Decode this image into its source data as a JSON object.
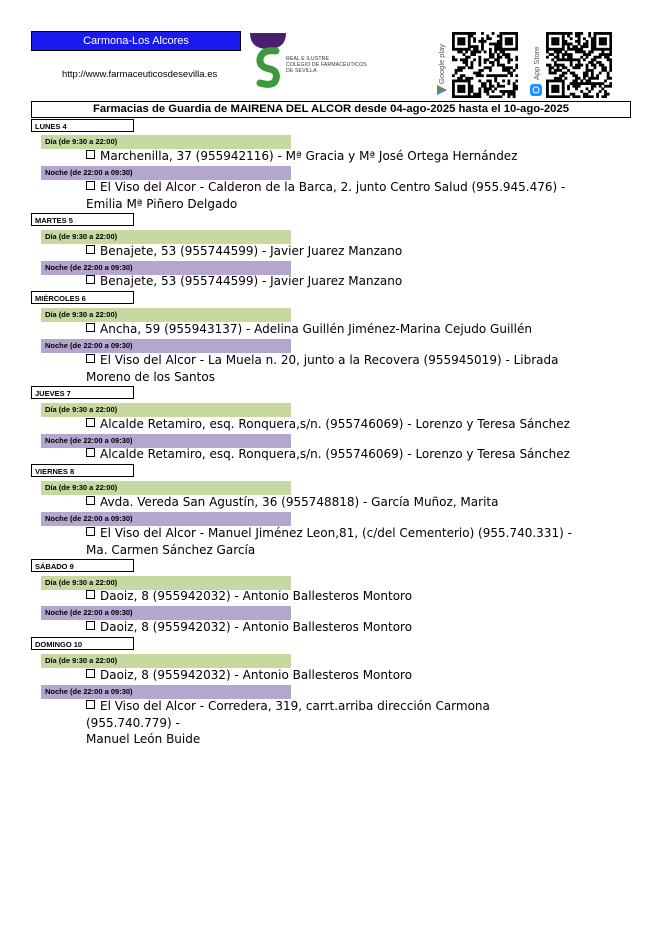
{
  "header": {
    "region": "Carmona-Los Alcores",
    "url": "http://www.farmaceuticosdesevilla.es",
    "logo_lines": [
      "REAL E ILUSTRE",
      "COLEGIO DE FARMACÉUTICOS",
      "DE SEVILLA"
    ],
    "google_play_label": "Google play",
    "app_store_label": "App Store"
  },
  "title": "Farmacias de Guardia de MAIRENA DEL ALCOR desde 04-ago-2025 hasta el 10-ago-2025",
  "day_slot_label": "Día (de 9:30 a 22:00)",
  "night_slot_label": "Noche (de 22:00 a 09:30)",
  "days": [
    {
      "label": "LUNES 4",
      "day": [
        "Marchenilla, 37 (955942116) - Mª Gracia y Mª José Ortega Hernández"
      ],
      "night": [
        "El Viso del Alcor - Calderon de la Barca, 2. junto Centro Salud (955.945.476) -",
        "Emilia Mª Piñero Delgado"
      ]
    },
    {
      "label": "MARTES 5",
      "day": [
        "Benajete, 53 (955744599) - Javier Juarez Manzano"
      ],
      "night": [
        "Benajete, 53 (955744599) - Javier Juarez Manzano"
      ]
    },
    {
      "label": "MIÉRCOLES 6",
      "day": [
        "Ancha, 59 (955943137) - Adelina Guillén Jiménez-Marina Cejudo Guillén"
      ],
      "night": [
        "El Viso del Alcor - La Muela n. 20, junto a la Recovera (955945019) - Librada",
        "Moreno de los Santos"
      ]
    },
    {
      "label": "JUEVES 7",
      "day": [
        "Alcalde Retamiro, esq. Ronquera,s/n. (955746069) - Lorenzo y Teresa Sánchez"
      ],
      "night": [
        "Alcalde Retamiro, esq. Ronquera,s/n. (955746069) - Lorenzo y Teresa Sánchez"
      ]
    },
    {
      "label": "VIERNES 8",
      "day": [
        "Avda. Vereda San Agustín, 36 (955748818) - García Muñoz, Marita"
      ],
      "night": [
        "El Viso del Alcor - Manuel Jiménez Leon,81, (c/del Cementerio) (955.740.331) -",
        "Ma. Carmen Sánchez García"
      ]
    },
    {
      "label": "SÁBADO 9",
      "day": [
        "Daoiz, 8 (955942032) - Antonio Ballesteros Montoro"
      ],
      "night": [
        "Daoiz, 8 (955942032) - Antonio Ballesteros Montoro"
      ]
    },
    {
      "label": "DOMINGO 10",
      "day": [
        "Daoiz, 8 (955942032) - Antonio Ballesteros Montoro"
      ],
      "night": [
        "El Viso del Alcor - Corredera, 319, carrt.arriba dirección Carmona (955.740.779) -",
        "Manuel León Buide"
      ]
    }
  ],
  "colors": {
    "region_box": "#1a1aee",
    "day_slot": "#c6d9a0",
    "night_slot": "#b4a6cf",
    "logo_purple": "#4b1e6e",
    "logo_green": "#3c9a3c"
  }
}
